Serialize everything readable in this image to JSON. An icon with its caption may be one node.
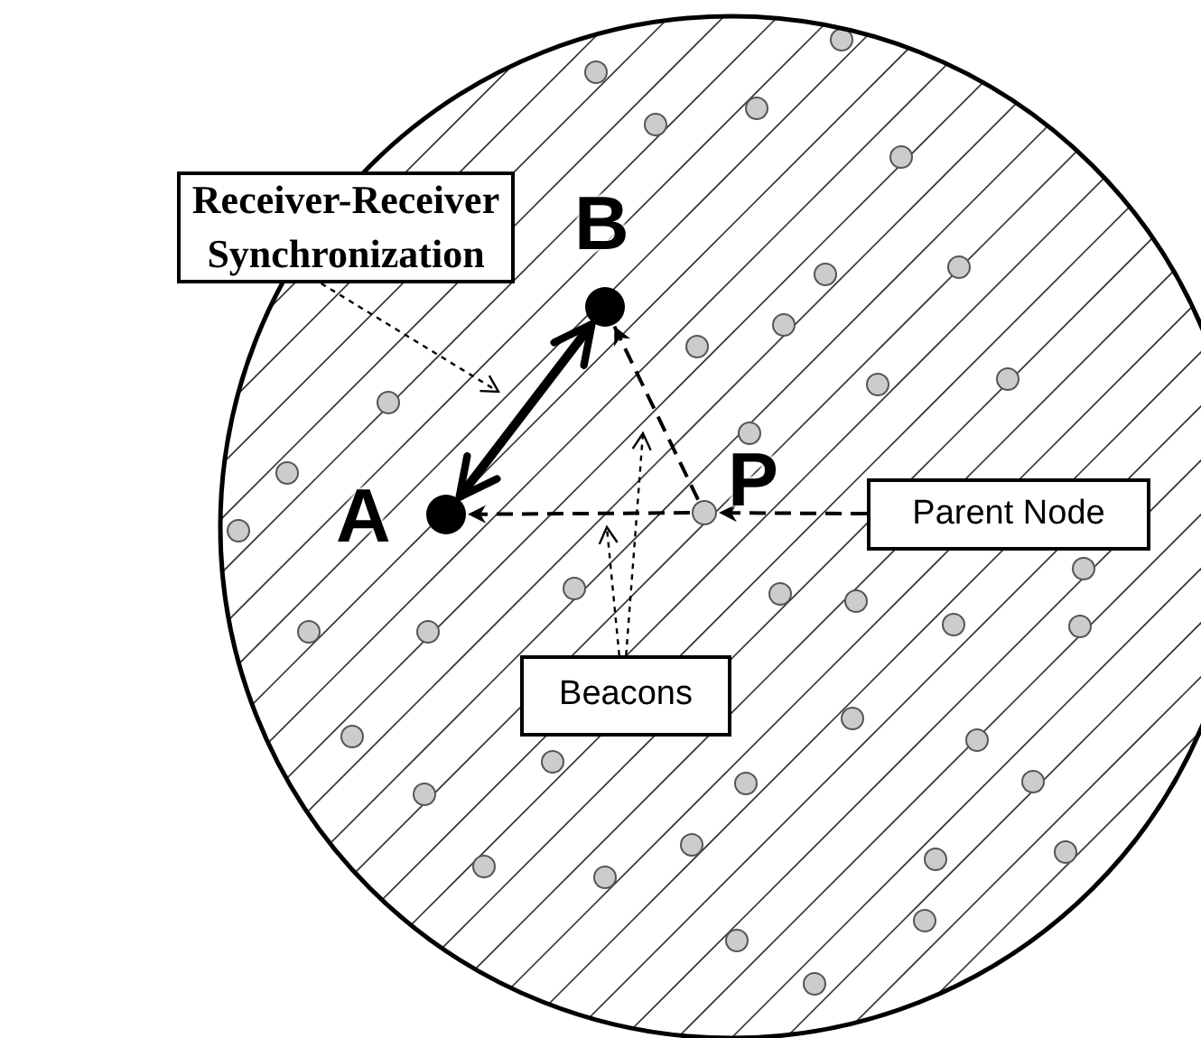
{
  "diagram": {
    "nodes": [
      {
        "text": [
          "Receiver-Receiver Synchronization"
        ]
      },
      {
        "text": [
          "B"
        ]
      },
      {
        "text": [
          "P"
        ]
      },
      {
        "text": [
          "A"
        ]
      },
      {
        "text": [
          "Parent Node"
        ]
      },
      {
        "text": [
          "Beacons"
        ]
      }
    ],
    "edges": [
      {
        "from": 3,
        "to": 1,
        "arrow": "both",
        "style": "thick"
      },
      {
        "from": 2,
        "to": 1,
        "arrow": "to",
        "style": "dashed"
      },
      {
        "from": 2,
        "to": 3,
        "arrow": "to",
        "style": "dashed"
      },
      {
        "from": 0,
        "to": null,
        "arrow": "to",
        "style": "dashed"
      },
      {
        "from": 4,
        "to": 2,
        "arrow": "to",
        "style": "dashed"
      },
      {
        "from": 5,
        "to": null,
        "arrow": "to",
        "style": "dashed"
      },
      {
        "from": 5,
        "to": null,
        "arrow": "to",
        "style": "dashed"
      }
    ]
  }
}
